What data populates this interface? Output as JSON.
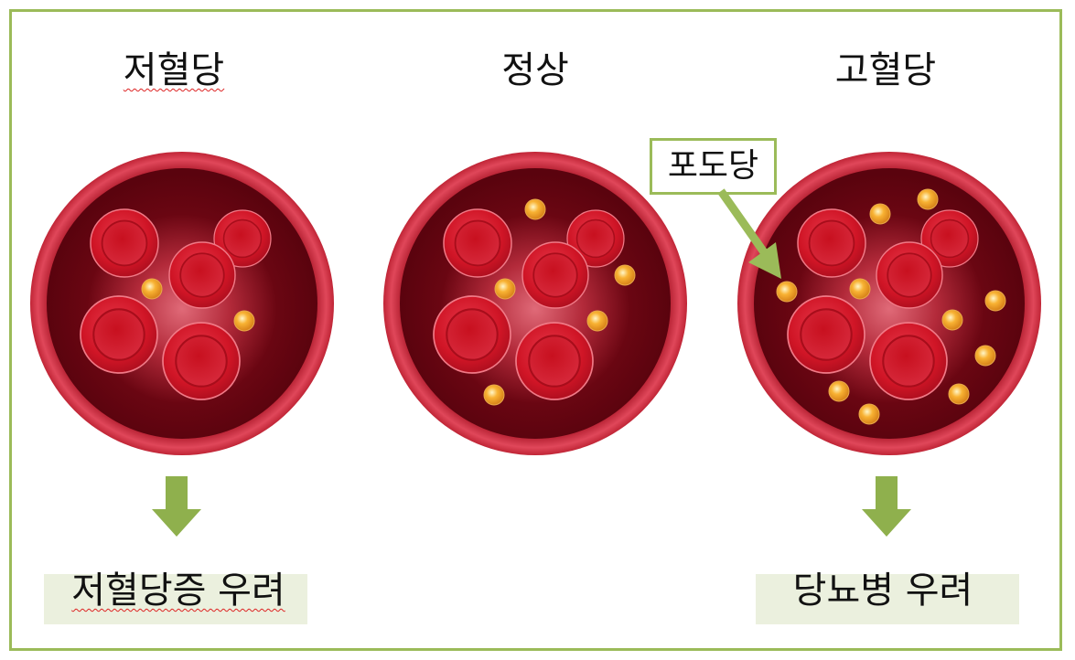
{
  "headings": {
    "low": "저혈당",
    "normal": "정상",
    "high": "고혈당"
  },
  "callout": {
    "label": "포도당"
  },
  "results": {
    "low": "저혈당증 우려",
    "high": "당뇨병 우려"
  },
  "colors": {
    "frame": "#9bbb59",
    "arrow": "#8fb04d",
    "result_box": "#ebf0de",
    "vessel_outer": "#c42a3c",
    "vessel_inner": "#6b0410",
    "red_cell": "#d81a2e",
    "glucose": "#f5a623"
  }
}
